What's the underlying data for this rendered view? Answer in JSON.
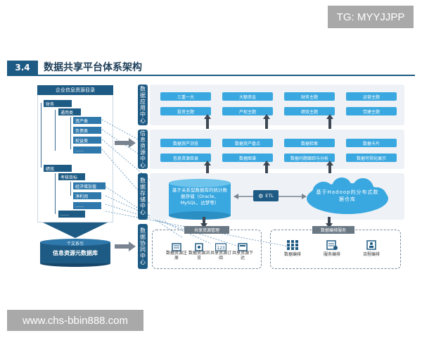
{
  "watermarks": {
    "top": "TG: MYYJJPP",
    "bottom": "www.chs-bbin888.com"
  },
  "section": {
    "number": "3.4",
    "title": "数据共享平台体系架构"
  },
  "tree": {
    "header": "企业信息资源目录",
    "finance": "财务",
    "general": "通用类",
    "assets": "资产类",
    "liabilities": "负债类",
    "equity": "权益类",
    "ellipsis1": "……",
    "performance": "绩效",
    "kpi": "考核目标",
    "eva": "经济增加值",
    "profit": "净利润",
    "ellipsis2": "……",
    "ellipsis3": "……",
    "funnel_label": "个文系引",
    "database": "信息资源元数据库"
  },
  "layers": {
    "app": {
      "label": [
        "数",
        "据",
        "应",
        "用",
        "中",
        "心"
      ],
      "row1": [
        "三重一大",
        "大额资金",
        "财务主题",
        "运营主题"
      ],
      "row2": [
        "投资主题",
        "产权主题",
        "绩效主题",
        "党建主题"
      ]
    },
    "resource": {
      "label": [
        "信",
        "息",
        "资",
        "源",
        "中",
        "心"
      ],
      "row1": [
        "数据资产浏览",
        "数据资产盘点",
        "数据检索",
        "数据卡片"
      ],
      "row2": [
        "信息资源目录",
        "数据图谱",
        "数据问题跟踪与分析",
        "数据可视化展示"
      ]
    },
    "storage": {
      "label": [
        "数",
        "据",
        "存",
        "储",
        "中",
        "心"
      ],
      "relational_db": "基于关系型数据库的统计数据存储（Oracle、MySQL、达梦等）",
      "etl": "ETL",
      "hadoop": "基于Hadoop的分布式数据仓库"
    },
    "collab": {
      "label": [
        "数",
        "据",
        "协",
        "同",
        "中",
        "心"
      ],
      "share_tag": "共享资源管理",
      "service_tag": "数据编排服务",
      "share_items": [
        "数据资源注册",
        "数据资源浏览",
        "共享资源订阅",
        "共享资源下达"
      ],
      "service_items": [
        "数据编排",
        "服务编排",
        "流程编排"
      ]
    }
  },
  "colors": {
    "navy": "#1e5b84",
    "accent": "#3aa8e0",
    "panel": "#eef2f6"
  }
}
